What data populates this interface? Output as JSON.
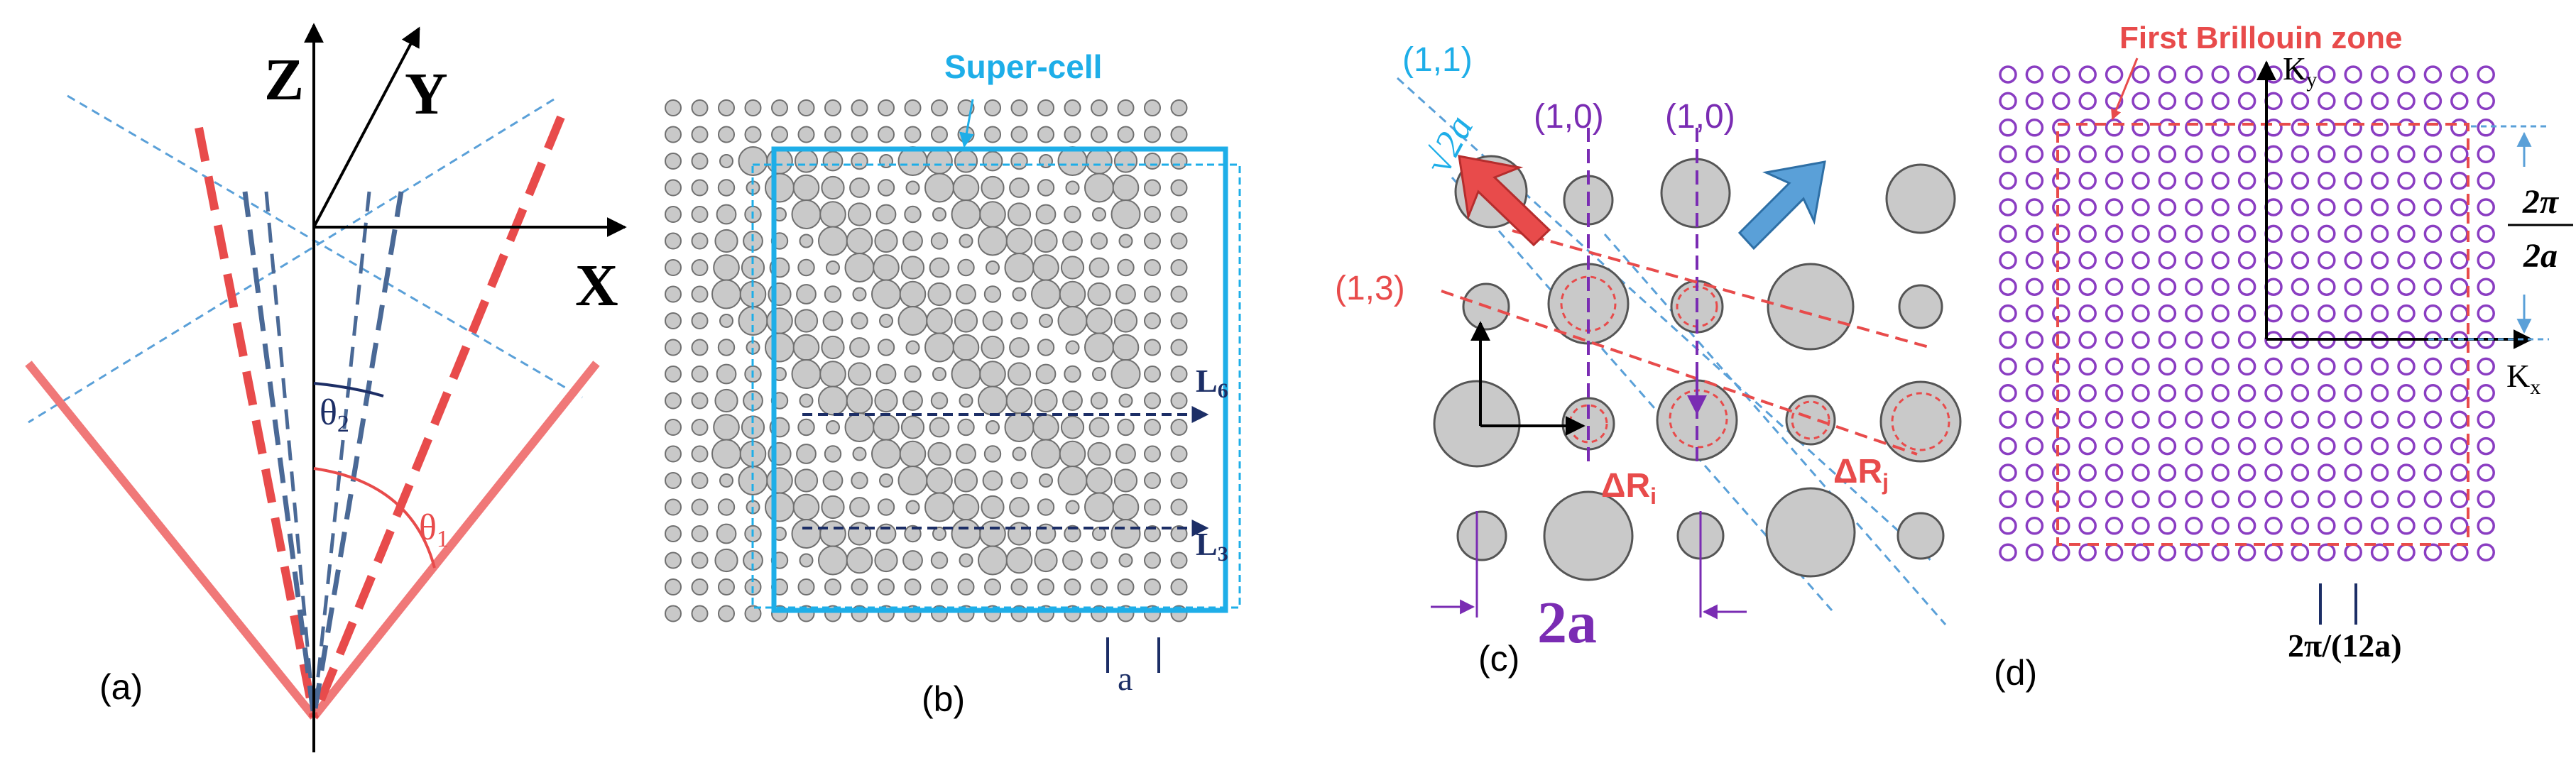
{
  "colors": {
    "red": "#e84b4b",
    "light_red": "#f07878",
    "dash_blue": "#4a6996",
    "light_blue": "#5aa0d8",
    "cyan": "#1eaee8",
    "purple": "#7a2cb3",
    "navy": "#1c2e66",
    "hole_fill": "#c9c9c9",
    "hole_stroke": "#707070"
  },
  "panel_a": {
    "label": "(a)",
    "axis_z": "Z",
    "axis_y": "Y",
    "axis_x": "X",
    "theta1": "θ",
    "theta1_sub": "1",
    "theta2": "θ",
    "theta2_sub": "2"
  },
  "panel_b": {
    "label": "(b)",
    "supercell": "Super-cell",
    "l6": "L",
    "l6_sub": "6",
    "l3": "L",
    "l3_sub": "3",
    "a": "a"
  },
  "panel_c": {
    "label": "(c)",
    "dir_11": "(1,1)",
    "dir_10_left": "(1,0)",
    "dir_10_right": "(1,0)",
    "dir_13": "(1,3)",
    "sqrt2a": "√2a",
    "delta_ri": "ΔR",
    "delta_ri_sub": "i",
    "delta_rj": "ΔR",
    "delta_rj_sub": "j",
    "two_a": "2a"
  },
  "panel_d": {
    "label": "(d)",
    "brillouin": "First Brillouin zone",
    "ky": "K",
    "ky_sub": "y",
    "kx": "K",
    "kx_sub": "x",
    "frac_num": "2π",
    "frac_den": "2a",
    "spacing": "2π/(12a)"
  }
}
